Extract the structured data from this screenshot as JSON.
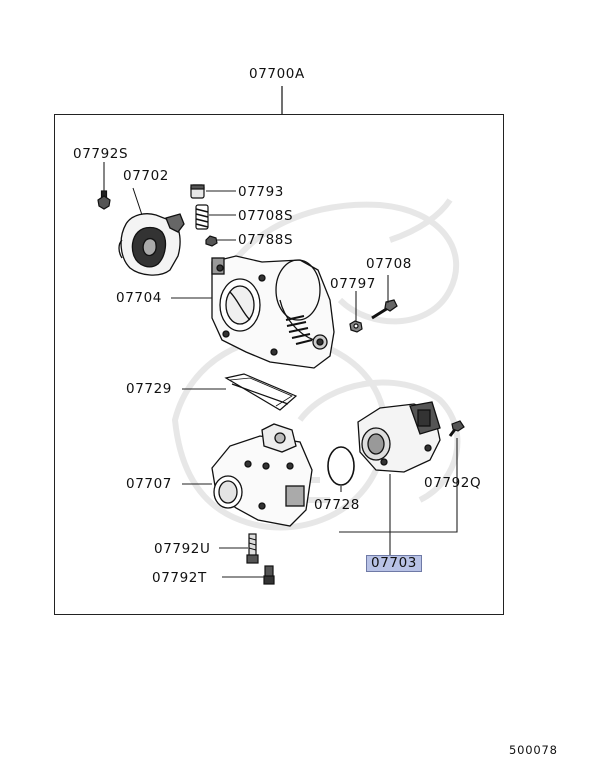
{
  "diagram": {
    "assembly_label": "07700A",
    "labels": {
      "bolt_top": "07792S",
      "sensor": "07702",
      "cap": "07793",
      "spring": "07708S",
      "clip": "07788S",
      "body": "07704",
      "nut": "07797",
      "screw": "07708",
      "gasket": "07729",
      "idle_body": "07707",
      "oring": "07728",
      "isc_screw": "07792Q",
      "isc_motor": "07703",
      "bolt_u": "07792U",
      "bolt_t": "07792T"
    },
    "highlight_color": "#b8c2e6",
    "footer_code": "500078"
  }
}
